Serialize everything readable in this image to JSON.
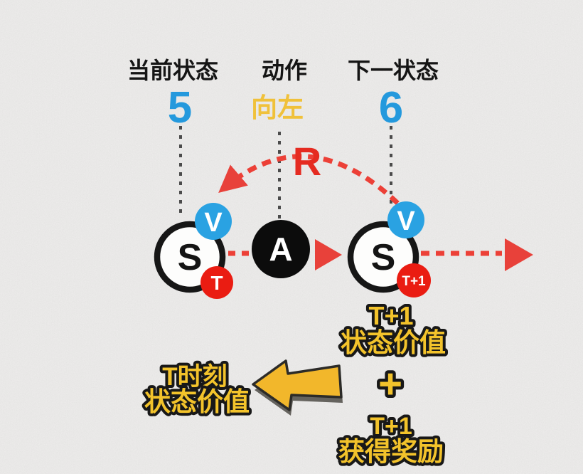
{
  "header": {
    "current_state": "当前状态",
    "action": "动作",
    "next_state": "下一状态"
  },
  "values": {
    "current_state": "5",
    "action": "向左",
    "next_state": "6"
  },
  "graph": {
    "state_t_letter": "S",
    "state_t1_letter": "S",
    "action_letter": "A",
    "value_badge_t": "V",
    "value_badge_t1": "V",
    "time_badge_t": "T",
    "time_badge_t1": "T+1",
    "reward_label": "R"
  },
  "callouts": {
    "t1_value": [
      "T+1",
      "状态价值"
    ],
    "plus": "+",
    "t1_reward": [
      "T+1",
      "获得奖励"
    ],
    "t_value": [
      "T时刻",
      "状态价值"
    ]
  },
  "colors": {
    "background": "#eae9e6",
    "blue": "#2aa2e2",
    "red_dash": "#ec4037",
    "red_solid": "#e8413a",
    "badge_red": "#ea1c12",
    "yellow_text": "#f3c32b",
    "arrow_yellow": "#f2b72b",
    "ink": "#141414"
  }
}
